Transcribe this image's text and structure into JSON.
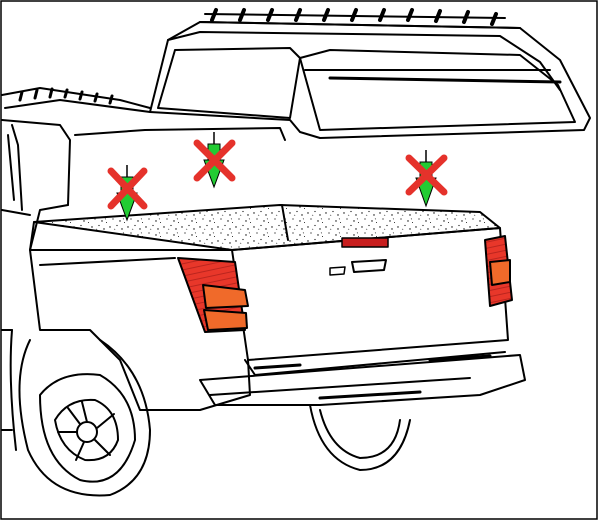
{
  "figure": {
    "subject": "pickup-truck-with-hardtop-canopy",
    "line_color": "#000000",
    "background": "#ffffff",
    "taillight_color": "#e8372a",
    "taillight_amber": "#f06a2a",
    "brake_light_color": "#c81e1e",
    "arrow_color": "#22cc33",
    "cross_color": "#e5322b",
    "marker_icon": "down-arrow-with-cross",
    "marker_count": 3,
    "meaning": "do-not-load-on-bed-cover"
  }
}
